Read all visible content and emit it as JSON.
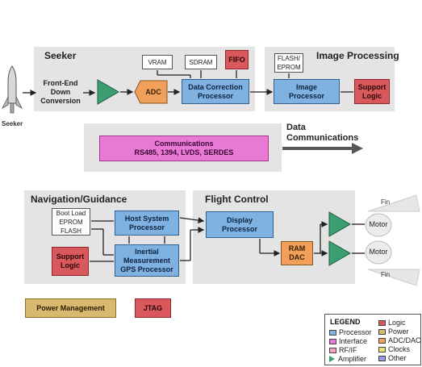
{
  "seeker_label": "Seeker",
  "panels": {
    "seeker": "Seeker",
    "image_processing": "Image Processing",
    "navigation": "Navigation/Guidance",
    "flight_control": "Flight Control"
  },
  "boxes": {
    "front_end": "Front-End\nDown\nConversion",
    "adc": "ADC",
    "vram": "VRAM",
    "sdram": "SDRAM",
    "fifo": "FIFO",
    "data_correction": "Data Correction\nProcessor",
    "flash_eprom": "FLASH/\nEPROM",
    "image_processor": "Image\nProcessor",
    "support_logic_top": "Support\nLogic",
    "communications": "Communications\nRS485, 1394, LVDS, SERDES",
    "boot_load": "Boot Load\nEPROM\nFLASH",
    "host_system": "Host System\nProcessor",
    "inertial": "Inertial\nMeasurement\nGPS Processor",
    "support_logic_nav": "Support\nLogic",
    "display_processor": "Display\nProcessor",
    "ram_dac": "RAM\nDAC",
    "motor_1": "Motor",
    "motor_2": "Motor",
    "fin_1": "Fin",
    "fin_2": "Fin",
    "power_management": "Power Management",
    "jtag": "JTAG"
  },
  "data_comms": "Data\nCommunications",
  "legend": {
    "title": "LEGEND",
    "items": [
      {
        "label": "Processor",
        "color": "#7fb2e0"
      },
      {
        "label": "Interface",
        "color": "#e87ad6"
      },
      {
        "label": "RF/IF",
        "color": "#f4a6c8"
      },
      {
        "label": "Amplifier",
        "color": "#3a9e6e"
      },
      {
        "label": "Logic",
        "color": "#d9585c"
      },
      {
        "label": "Power",
        "color": "#d9b870"
      },
      {
        "label": "ADC/DAC",
        "color": "#f0a05a"
      },
      {
        "label": "Clocks",
        "color": "#f0e27a"
      },
      {
        "label": "Other",
        "color": "#9a9ae0"
      }
    ]
  },
  "colors": {
    "processor": "#7fb2e0",
    "logic": "#d9585c",
    "interface": "#e87ad6",
    "amplifier": "#3a9e6e",
    "adc_dac": "#f0a05a",
    "power": "#d9b870",
    "panel": "#e4e4e4"
  }
}
